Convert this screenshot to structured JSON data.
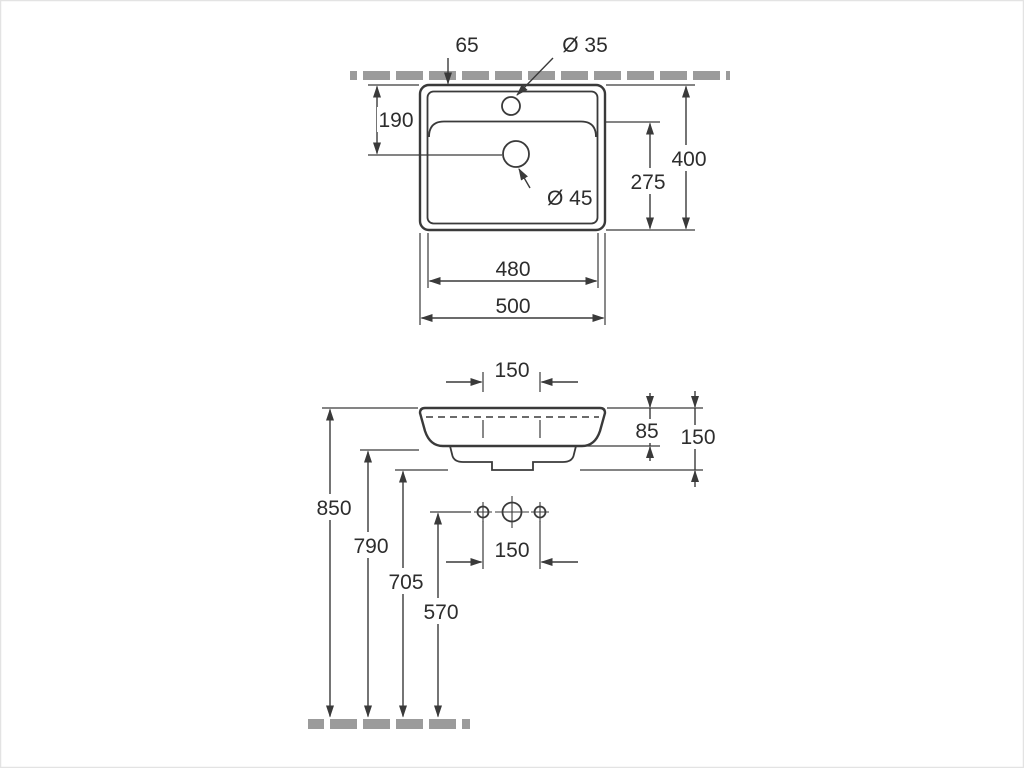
{
  "top_view": {
    "dims": {
      "tap_setback": "65",
      "tap_hole_diameter": "Ø 35",
      "rear_to_drain": "190",
      "drain_to_front": "275",
      "depth": "400",
      "drain_diameter": "Ø 45",
      "inner_width": "480",
      "overall_width": "500"
    }
  },
  "front_view": {
    "dims": {
      "tap_hole_spacing": "150",
      "apron_height": "85",
      "front_height": "150",
      "rim_height_from_floor": "850",
      "underside_height": "790",
      "trap_height": "705",
      "fixing_hole_height": "570",
      "fixing_hole_spacing": "150"
    }
  },
  "style": {
    "line_color": "#3a3a3a",
    "text_color": "#2d2d2d",
    "hatch_color": "#9b9b9b",
    "background": "#ffffff"
  }
}
